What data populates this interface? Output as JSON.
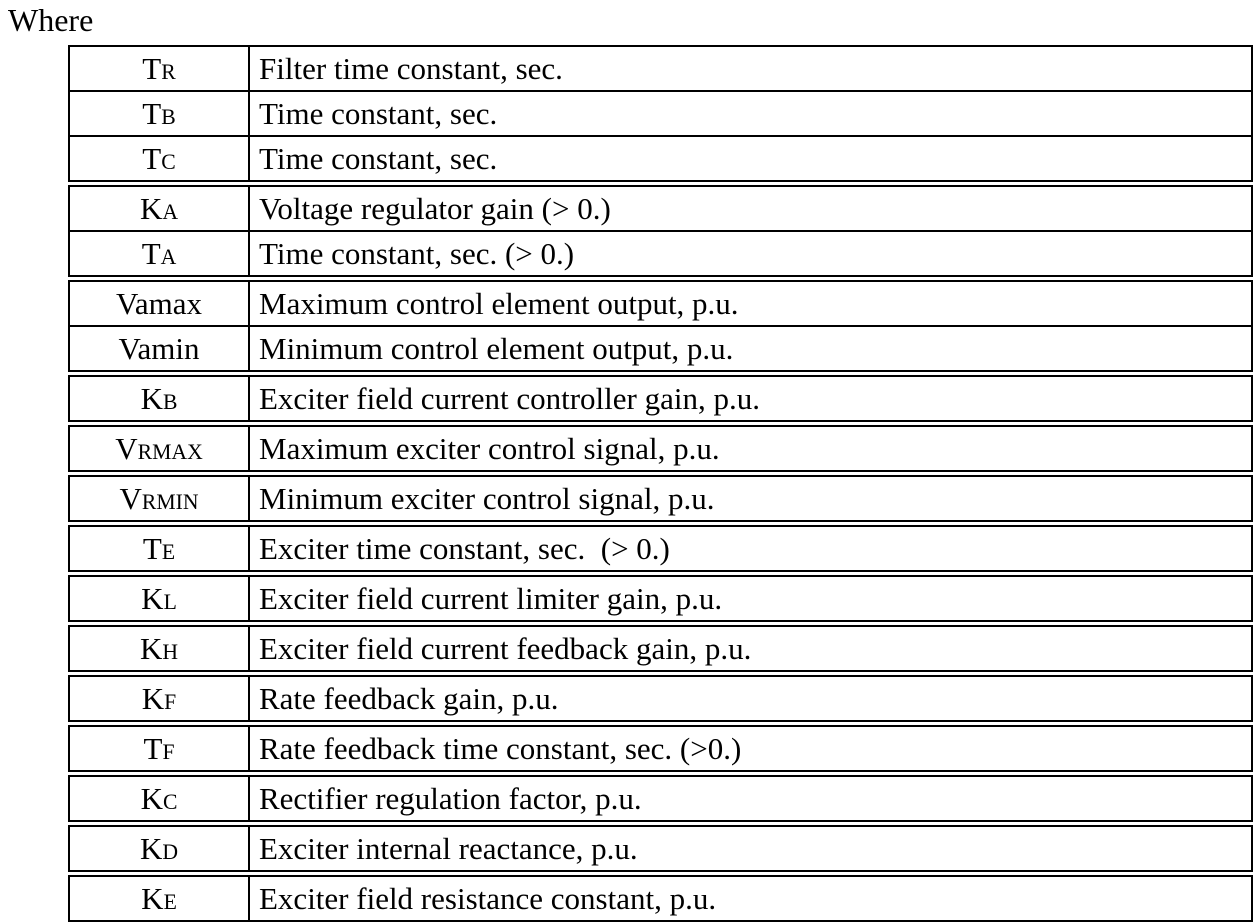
{
  "heading": "Where",
  "table": {
    "groups": [
      [
        {
          "sym_base": "T",
          "sym_sub": "R",
          "desc": "Filter time constant, sec."
        },
        {
          "sym_base": "T",
          "sym_sub": "B",
          "desc": "Time constant, sec."
        },
        {
          "sym_base": "T",
          "sym_sub": "C",
          "desc": "Time constant, sec."
        }
      ],
      [
        {
          "sym_base": "K",
          "sym_sub": "A",
          "desc": "Voltage regulator gain (> 0.)"
        },
        {
          "sym_base": "T",
          "sym_sub": "A",
          "desc": "Time constant, sec. (> 0.)"
        }
      ],
      [
        {
          "sym_base": "Vamax",
          "sym_sub": "",
          "desc": "Maximum control element output, p.u."
        },
        {
          "sym_base": "Vamin",
          "sym_sub": "",
          "desc": "Minimum control element output, p.u."
        }
      ],
      [
        {
          "sym_base": "K",
          "sym_sub": "B",
          "desc": "Exciter field current controller gain, p.u."
        }
      ],
      [
        {
          "sym_base": "V",
          "sym_sub": "RMAX",
          "desc": "Maximum exciter control signal, p.u."
        }
      ],
      [
        {
          "sym_base": "V",
          "sym_sub": "RMIN",
          "desc": "Minimum exciter control signal, p.u."
        }
      ],
      [
        {
          "sym_base": "T",
          "sym_sub": "E",
          "desc": "Exciter time constant, sec.  (> 0.)"
        }
      ],
      [
        {
          "sym_base": "K",
          "sym_sub": "L",
          "desc": "Exciter field current limiter gain, p.u."
        }
      ],
      [
        {
          "sym_base": "K",
          "sym_sub": "H",
          "desc": "Exciter field current feedback gain, p.u."
        }
      ],
      [
        {
          "sym_base": "K",
          "sym_sub": "F",
          "desc": "Rate feedback gain, p.u."
        }
      ],
      [
        {
          "sym_base": "T",
          "sym_sub": "F",
          "desc": "Rate feedback time constant, sec. (>0.)"
        }
      ],
      [
        {
          "sym_base": "K",
          "sym_sub": "C",
          "desc": "Rectifier regulation factor, p.u."
        }
      ],
      [
        {
          "sym_base": "K",
          "sym_sub": "D",
          "desc": "Exciter internal reactance, p.u."
        }
      ],
      [
        {
          "sym_base": "K",
          "sym_sub": "E",
          "desc": "Exciter field resistance constant, p.u."
        }
      ]
    ]
  },
  "colors": {
    "text": "#000000",
    "border": "#000000",
    "background": "#ffffff"
  }
}
